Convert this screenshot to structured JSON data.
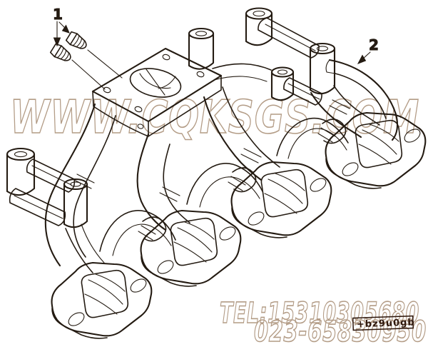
{
  "diagram": {
    "callouts": [
      {
        "label": "1"
      },
      {
        "label": "2"
      }
    ]
  },
  "watermark": {
    "site": "WWW.CQKSGS.COM",
    "tel": "TEL:15310305680",
    "phone": "023-65830950"
  },
  "stamp": {
    "text": "+bz9u0gb"
  },
  "colors": {
    "background": "#ffffff",
    "line": "#241b12",
    "watermark": "#b39c86",
    "stamp": "#2e170c"
  }
}
